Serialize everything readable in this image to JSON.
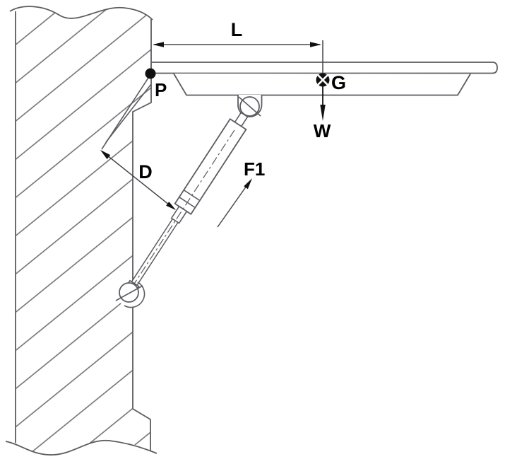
{
  "diagram": {
    "description": "gas-spring-supported wall flap force diagram",
    "labels": {
      "length": "L",
      "pivot": "P",
      "center_of_gravity": "G",
      "weight": "W",
      "lever_arm": "D",
      "spring_force": "F1"
    },
    "colors": {
      "background": "#ffffff",
      "part_line": "#5b5b61",
      "hatch_line": "#6a6a70",
      "dimension_line": "#46464c",
      "annotation": "#111111"
    }
  }
}
